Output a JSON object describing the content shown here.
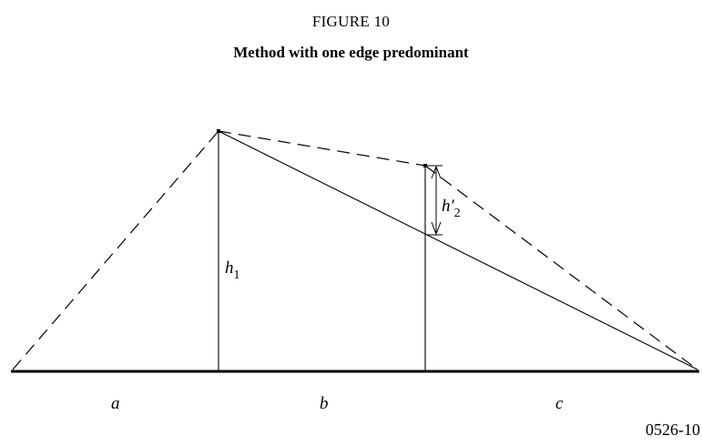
{
  "figure": {
    "label": "FIGURE 10",
    "title": "Method with one edge predominant",
    "reference": "0526-10"
  },
  "labels": {
    "h1": {
      "base": "h",
      "sub": "1"
    },
    "h2": {
      "base": "h′",
      "sub": "2"
    },
    "a": "a",
    "b": "b",
    "c": "c"
  },
  "colors": {
    "ink": "#000000",
    "background": "#ffffff"
  }
}
